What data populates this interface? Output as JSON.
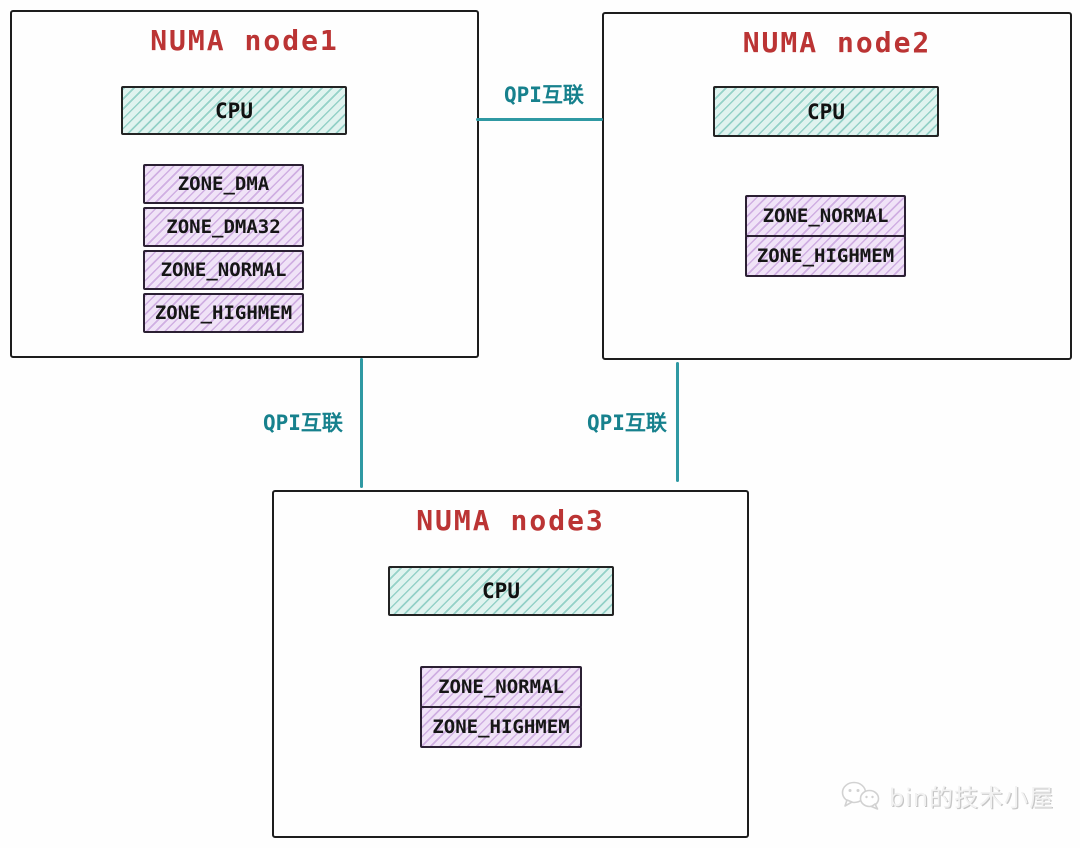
{
  "nodes": [
    {
      "title": "NUMA node1",
      "cpu_label": "CPU",
      "zones": [
        "ZONE_DMA",
        "ZONE_DMA32",
        "ZONE_NORMAL",
        "ZONE_HIGHMEM"
      ]
    },
    {
      "title": "NUMA node2",
      "cpu_label": "CPU",
      "zones": [
        "ZONE_NORMAL",
        "ZONE_HIGHMEM"
      ]
    },
    {
      "title": "NUMA node3",
      "cpu_label": "CPU",
      "zones": [
        "ZONE_NORMAL",
        "ZONE_HIGHMEM"
      ]
    }
  ],
  "links": [
    {
      "label": "QPI互联",
      "from": "NUMA node1",
      "to": "NUMA node2"
    },
    {
      "label": "QPI互联",
      "from": "NUMA node1",
      "to": "NUMA node3"
    },
    {
      "label": "QPI互联",
      "from": "NUMA node2",
      "to": "NUMA node3"
    }
  ],
  "watermark": {
    "text": "bin的技术小屋",
    "icon": "wechat-icon"
  },
  "colors": {
    "title_red": "#bb3434",
    "link_teal": "#2f99a3",
    "qpi_text_teal": "#17818d",
    "cpu_fill": "#e0f3ef",
    "cpu_hatch": "#48afa0",
    "zone_fill": "#f0e3f7",
    "zone_hatch": "#ac76cc",
    "box_border": "#1d1d1d"
  }
}
